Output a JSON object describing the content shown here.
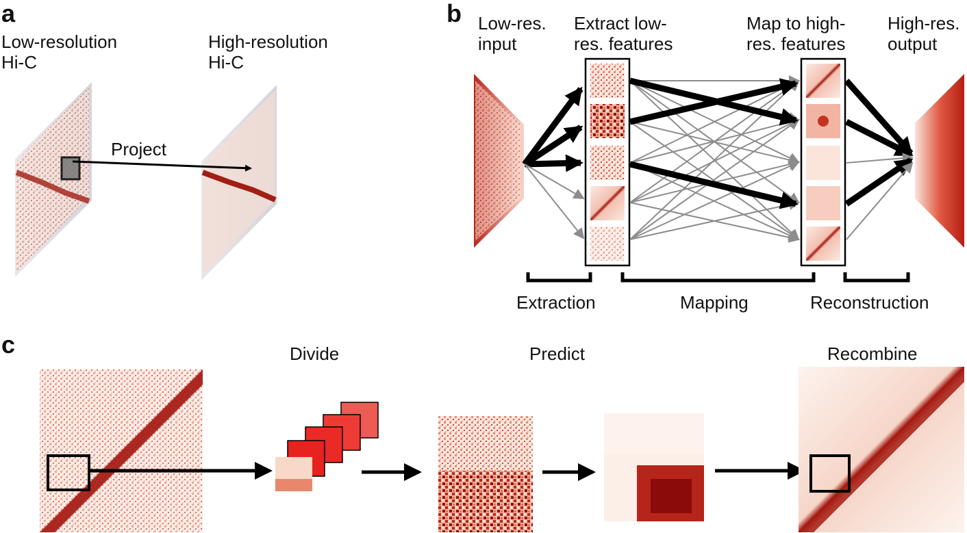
{
  "panels": {
    "a": {
      "letter": "a",
      "low_res_label": "Low-resolution\nHi-C",
      "high_res_label": "High-resolution\nHi-C",
      "project_label": "Project"
    },
    "b": {
      "letter": "b",
      "headers": [
        "Low-res.\ninput",
        "Extract low-\nres. features",
        "Map to high-\nres. features",
        "High-res.\noutput"
      ],
      "stages": [
        "Extraction",
        "Mapping",
        "Reconstruction"
      ]
    },
    "c": {
      "letter": "c",
      "steps": [
        "Divide",
        "Predict",
        "Recombine"
      ]
    }
  },
  "colors": {
    "heat_dark": "#8b0a0a",
    "heat_mid": "#d23a2c",
    "heat_light": "#f6d9cc",
    "arrow_strong": "#000000",
    "arrow_weak": "#8c8c8c"
  }
}
